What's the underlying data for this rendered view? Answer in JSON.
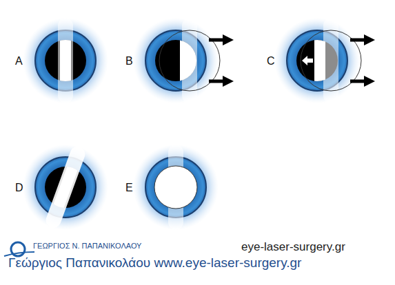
{
  "diagram": {
    "labels": [
      "A",
      "B",
      "C",
      "D",
      "E",
      "ΓΕΩΡΓΙΟΣ Ν. ΠΑΠΑΝΙΚΟΛΑΟΥ",
      "eye-laser-surgery.gr",
      "Γεώργιος Παπανικολάου www.eye-laser-surgery.gr"
    ]
  }
}
